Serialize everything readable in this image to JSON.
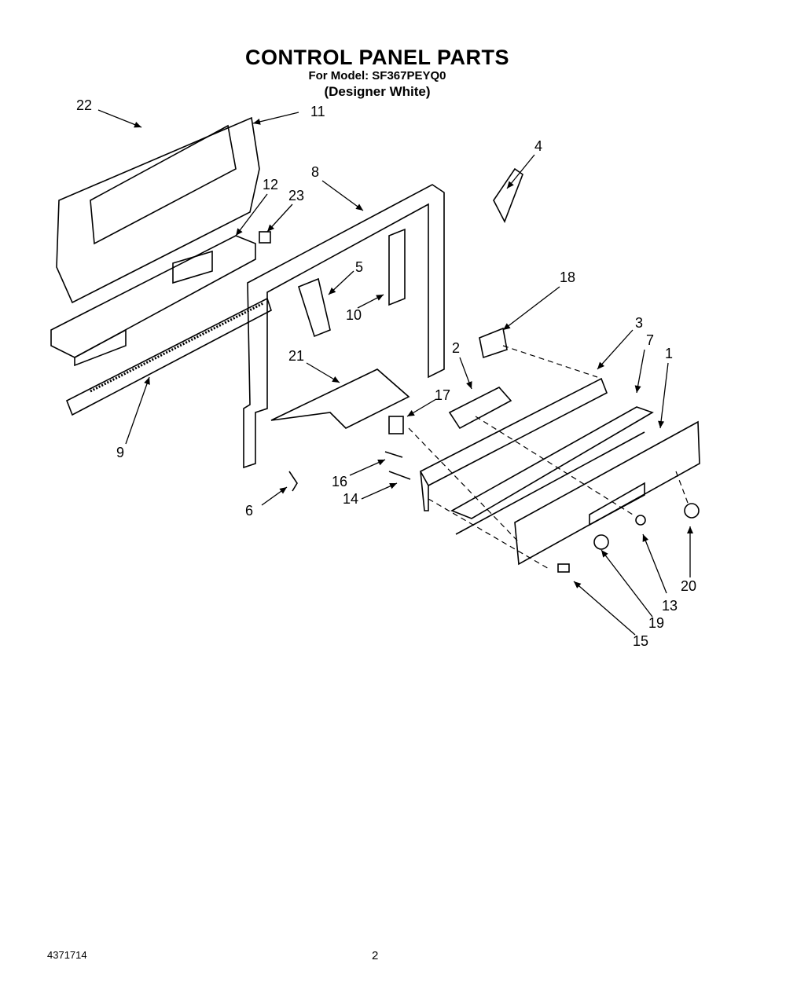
{
  "header": {
    "title": "CONTROL PANEL PARTS",
    "model": "For Model: SF367PEYQ0",
    "variant": "(Designer White)"
  },
  "callouts": [
    "22",
    "11",
    "8",
    "12",
    "23",
    "4",
    "5",
    "18",
    "10",
    "3",
    "7",
    "1",
    "2",
    "21",
    "17",
    "9",
    "16",
    "14",
    "6",
    "20",
    "13",
    "19",
    "15"
  ],
  "footer": {
    "document_number": "4371714",
    "page_number": "2"
  }
}
